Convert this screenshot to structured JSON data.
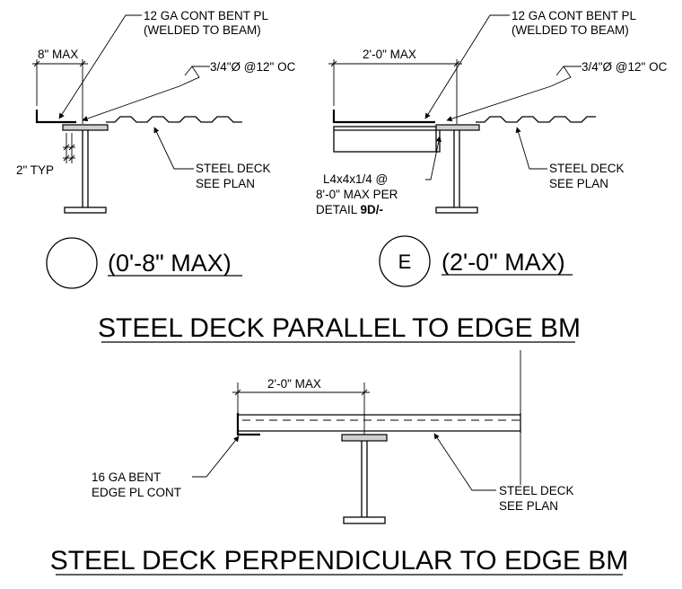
{
  "detail_left": {
    "bent_pl_line1": "12 GA CONT BENT PL",
    "bent_pl_line2": "(WELDED TO BEAM)",
    "dim_max": "8\" MAX",
    "weld": "3/4\"Ø @12\" OC",
    "typ": "2\" TYP",
    "deck_line1": "STEEL DECK",
    "deck_line2": "SEE PLAN",
    "bubble_mark": "",
    "label": "(0'-8\" MAX)"
  },
  "detail_right": {
    "bent_pl_line1": "12 GA CONT BENT PL",
    "bent_pl_line2": "(WELDED TO BEAM)",
    "dim_max": "2'-0\" MAX",
    "weld": "3/4\"Ø @12\" OC",
    "angle_line1": "L4x4x1/4 @",
    "angle_line2": "8'-0\" MAX PER",
    "angle_line3_prefix": "DETAIL ",
    "angle_line3_ref": "9D/-",
    "deck_line1": "STEEL DECK",
    "deck_line2": "SEE PLAN",
    "bubble_mark": "E",
    "label": "(2'-0\" MAX)"
  },
  "title_parallel": "STEEL DECK PARALLEL TO EDGE BM",
  "detail_bottom": {
    "dim_max": "2'-0\" MAX",
    "edge_pl_line1": "16 GA BENT",
    "edge_pl_line2": "EDGE PL CONT",
    "deck_line1": "STEEL DECK",
    "deck_line2": "SEE PLAN"
  },
  "title_perpendicular": "STEEL DECK PERPENDICULAR TO EDGE BM"
}
